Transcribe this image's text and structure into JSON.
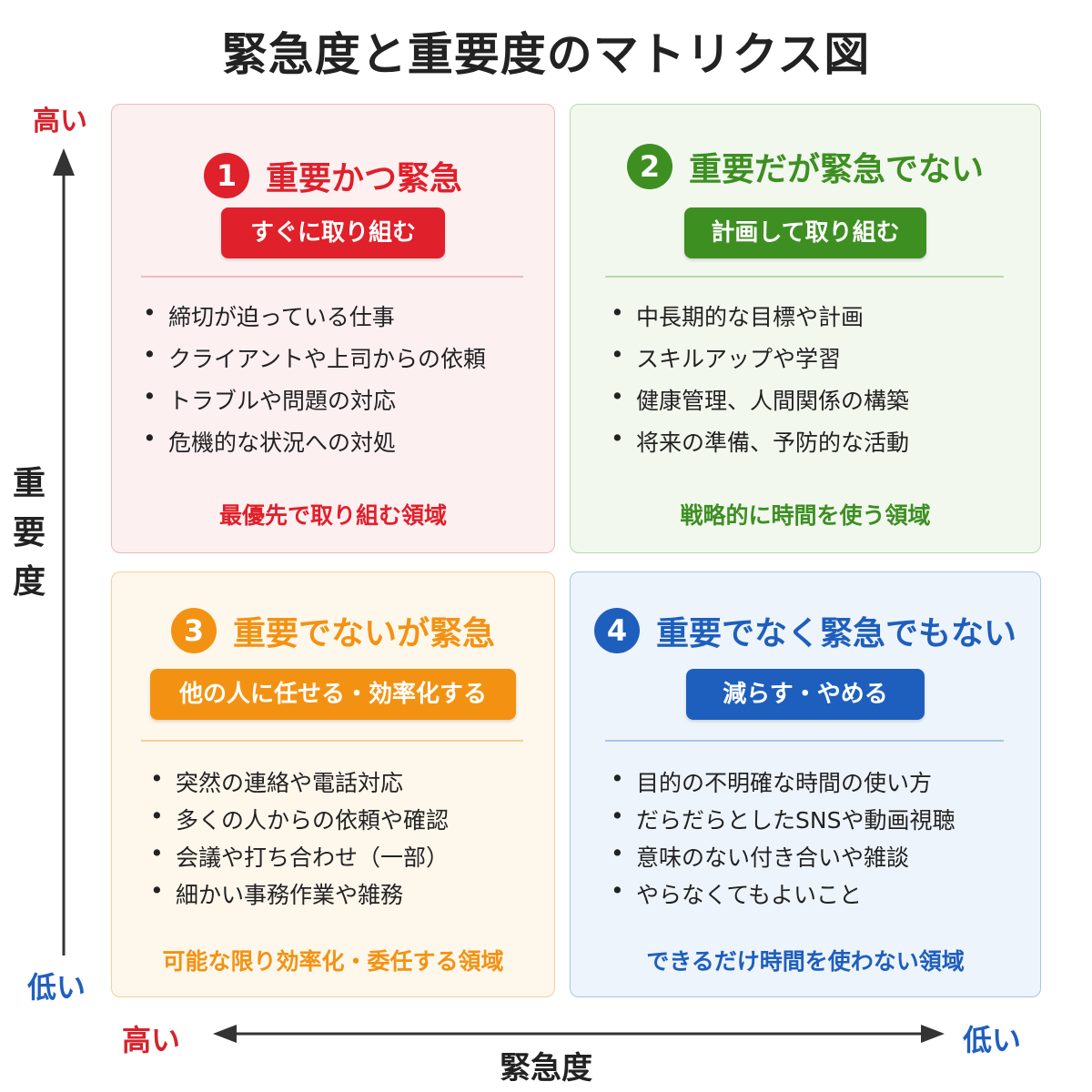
{
  "title": "緊急度と重要度のマトリクス図",
  "axes": {
    "y_title": "重要度",
    "y_high": "高い",
    "y_low": "低い",
    "x_title": "緊急度",
    "x_high": "高い",
    "x_low": "低い"
  },
  "quadrants": [
    {
      "number": "1",
      "title": "重要かつ緊急",
      "action": "すぐに取り組む",
      "items": [
        "締切が迫っている仕事",
        "クライアントや上司からの依頼",
        "トラブルや問題の対応",
        "危機的な状況への対処"
      ],
      "footer": "最優先で取り組む領域",
      "color": "#e0202a",
      "bg": "#fdf0f1",
      "border": "#f0b8bc"
    },
    {
      "number": "2",
      "title": "重要だが緊急でない",
      "action": "計画して取り組む",
      "items": [
        "中長期的な目標や計画",
        "スキルアップや学習",
        "健康管理、人間関係の構築",
        "将来の準備、予防的な活動"
      ],
      "footer": "戦略的に時間を使う領域",
      "color": "#3d8f22",
      "bg": "#f3f8ef",
      "border": "#b9d8ab"
    },
    {
      "number": "3",
      "title": "重要でないが緊急",
      "action": "他の人に任せる・効率化する",
      "items": [
        "突然の連絡や電話対応",
        "多くの人からの依頼や確認",
        "会議や打ち合わせ（一部）",
        "細かい事務作業や雑務"
      ],
      "footer": "可能な限り効率化・委任する領域",
      "color": "#f39212",
      "bg": "#fef7ec",
      "border": "#f6cf98"
    },
    {
      "number": "4",
      "title": "重要でなく緊急でもない",
      "action": "減らす・やめる",
      "items": [
        "目的の不明確な時間の使い方",
        "だらだらとしたSNSや動画視聴",
        "意味のない付き合いや雑談",
        "やらなくてもよいこと"
      ],
      "footer": "できるだけ時間を使わない領域",
      "color": "#1e5fbd",
      "bg": "#eef4fb",
      "border": "#a9c4e6"
    }
  ]
}
